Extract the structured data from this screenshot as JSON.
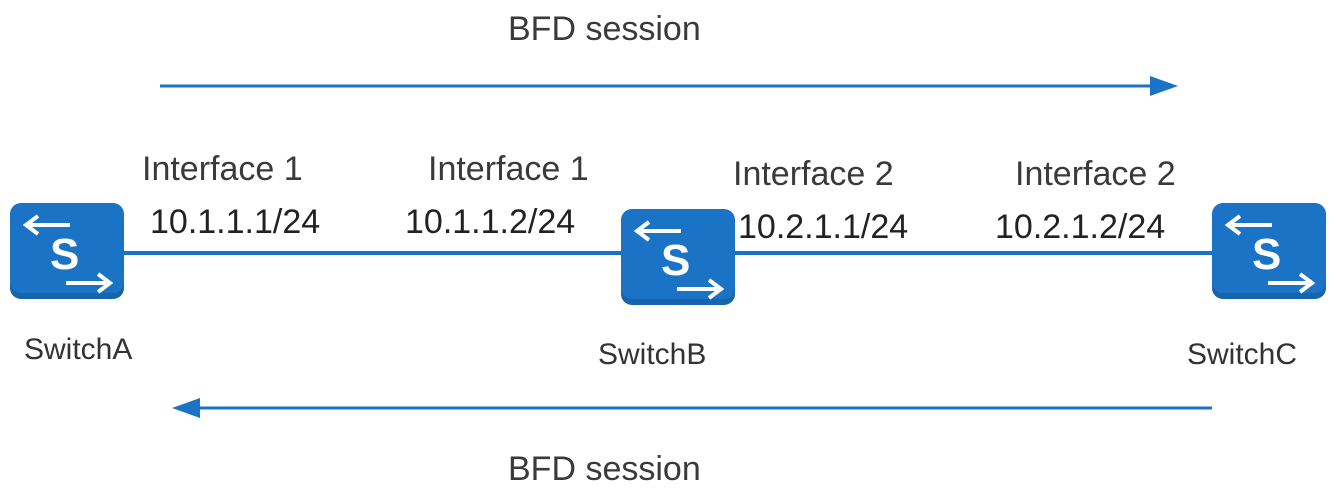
{
  "top_session": {
    "label": "BFD session",
    "direction": "right"
  },
  "bottom_session": {
    "label": "BFD session",
    "direction": "left"
  },
  "colors": {
    "line": "#1a73c4",
    "device": "#1a73c4"
  },
  "devices": [
    {
      "name": "SwitchA",
      "icon": "switch-icon"
    },
    {
      "name": "SwitchB",
      "icon": "switch-icon"
    },
    {
      "name": "SwitchC",
      "icon": "switch-icon"
    }
  ],
  "links": [
    {
      "a_end": {
        "interface": "Interface 1",
        "ip": "10.1.1.1/24"
      },
      "b_end": {
        "interface": "Interface 1",
        "ip": "10.1.1.2/24"
      }
    },
    {
      "a_end": {
        "interface": "Interface 2",
        "ip": "10.2.1.1/24"
      },
      "b_end": {
        "interface": "Interface 2",
        "ip": "10.2.1.2/24"
      }
    }
  ]
}
